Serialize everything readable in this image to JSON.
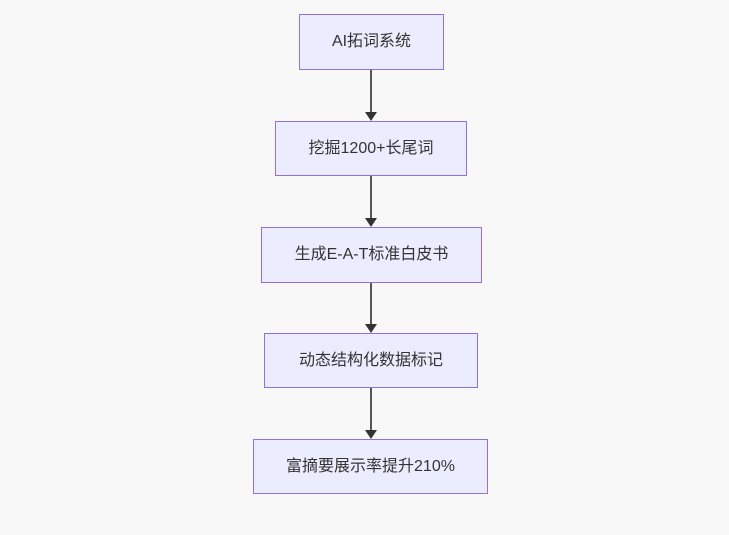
{
  "theme": {
    "page_bg": "#f8f8f8",
    "node_fill": "#ECECFF",
    "node_border": "#9370DB",
    "node_text": "#333333",
    "edge_line": "#555555",
    "edge_head": "#333333"
  },
  "diagram": {
    "type": "flowchart",
    "direction": "top-down",
    "nodes": [
      {
        "id": "n1",
        "label": "AI拓词系统"
      },
      {
        "id": "n2",
        "label": "挖掘1200+长尾词"
      },
      {
        "id": "n3",
        "label": "生成E-A-T标准白皮书"
      },
      {
        "id": "n4",
        "label": "动态结构化数据标记"
      },
      {
        "id": "n5",
        "label": "富摘要展示率提升210%"
      }
    ],
    "edges": [
      {
        "from": "n1",
        "to": "n2",
        "arrow": "filled-triangle-down"
      },
      {
        "from": "n2",
        "to": "n3",
        "arrow": "filled-triangle-down"
      },
      {
        "from": "n3",
        "to": "n4",
        "arrow": "filled-triangle-down"
      },
      {
        "from": "n4",
        "to": "n5",
        "arrow": "filled-triangle-down"
      }
    ]
  }
}
